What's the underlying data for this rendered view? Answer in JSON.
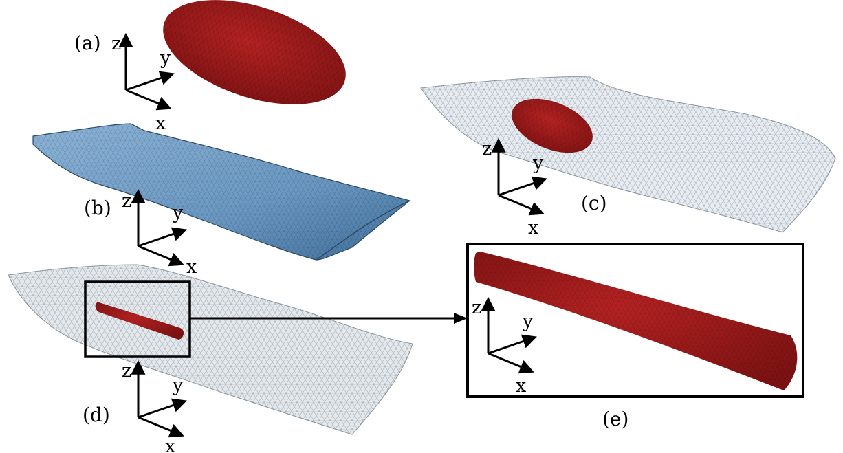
{
  "figure": {
    "panels": [
      {
        "id": "a",
        "label": "(a)",
        "object": "ellipsoid-inclusion"
      },
      {
        "id": "b",
        "label": "(b)",
        "object": "matrix-slab"
      },
      {
        "id": "c",
        "label": "(c)",
        "object": "slab-with-ellipsoid"
      },
      {
        "id": "d",
        "label": "(d)",
        "object": "slab-with-fiber"
      },
      {
        "id": "e",
        "label": "(e)",
        "object": "fiber-zoom"
      }
    ],
    "axes": {
      "x": "x",
      "y": "y",
      "z": "z"
    },
    "colors": {
      "inclusion": "#a01c1c",
      "matrix_blue": "#6e9cc4",
      "matrix_transparent": "#dde4ea",
      "mesh_line": "#3a3a3a"
    }
  }
}
